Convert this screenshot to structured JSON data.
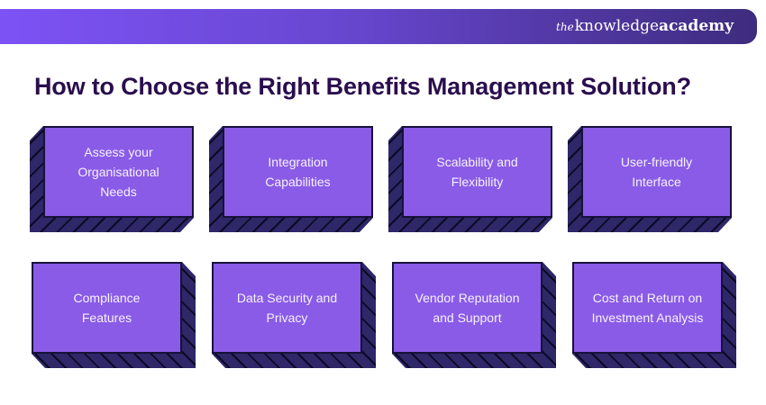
{
  "header": {
    "logo_the": "the",
    "logo_knowledge": "knowledge",
    "logo_academy": "academy"
  },
  "title": "How to Choose the Right Benefits Management Solution?",
  "boxes": [
    {
      "label": "Assess your\nOrganisational\nNeeds"
    },
    {
      "label": "Integration\nCapabilities"
    },
    {
      "label": "Scalability and\nFlexibility"
    },
    {
      "label": "User-friendly\nInterface"
    },
    {
      "label": "Compliance\nFeatures"
    },
    {
      "label": "Data Security and\nPrivacy"
    },
    {
      "label": "Vendor Reputation\nand Support"
    },
    {
      "label": "Cost and Return on\nInvestment Analysis"
    }
  ],
  "colors": {
    "banner_gradient_start": "#7d52f5",
    "banner_gradient_end": "#3e2c7e",
    "box_face": "#8a5be7",
    "box_side": "#2e2768",
    "box_hatch_line": "#0b0a24",
    "box_outline": "#17113a",
    "title_text": "#2a0e4d",
    "box_text": "#f6f2ff"
  }
}
